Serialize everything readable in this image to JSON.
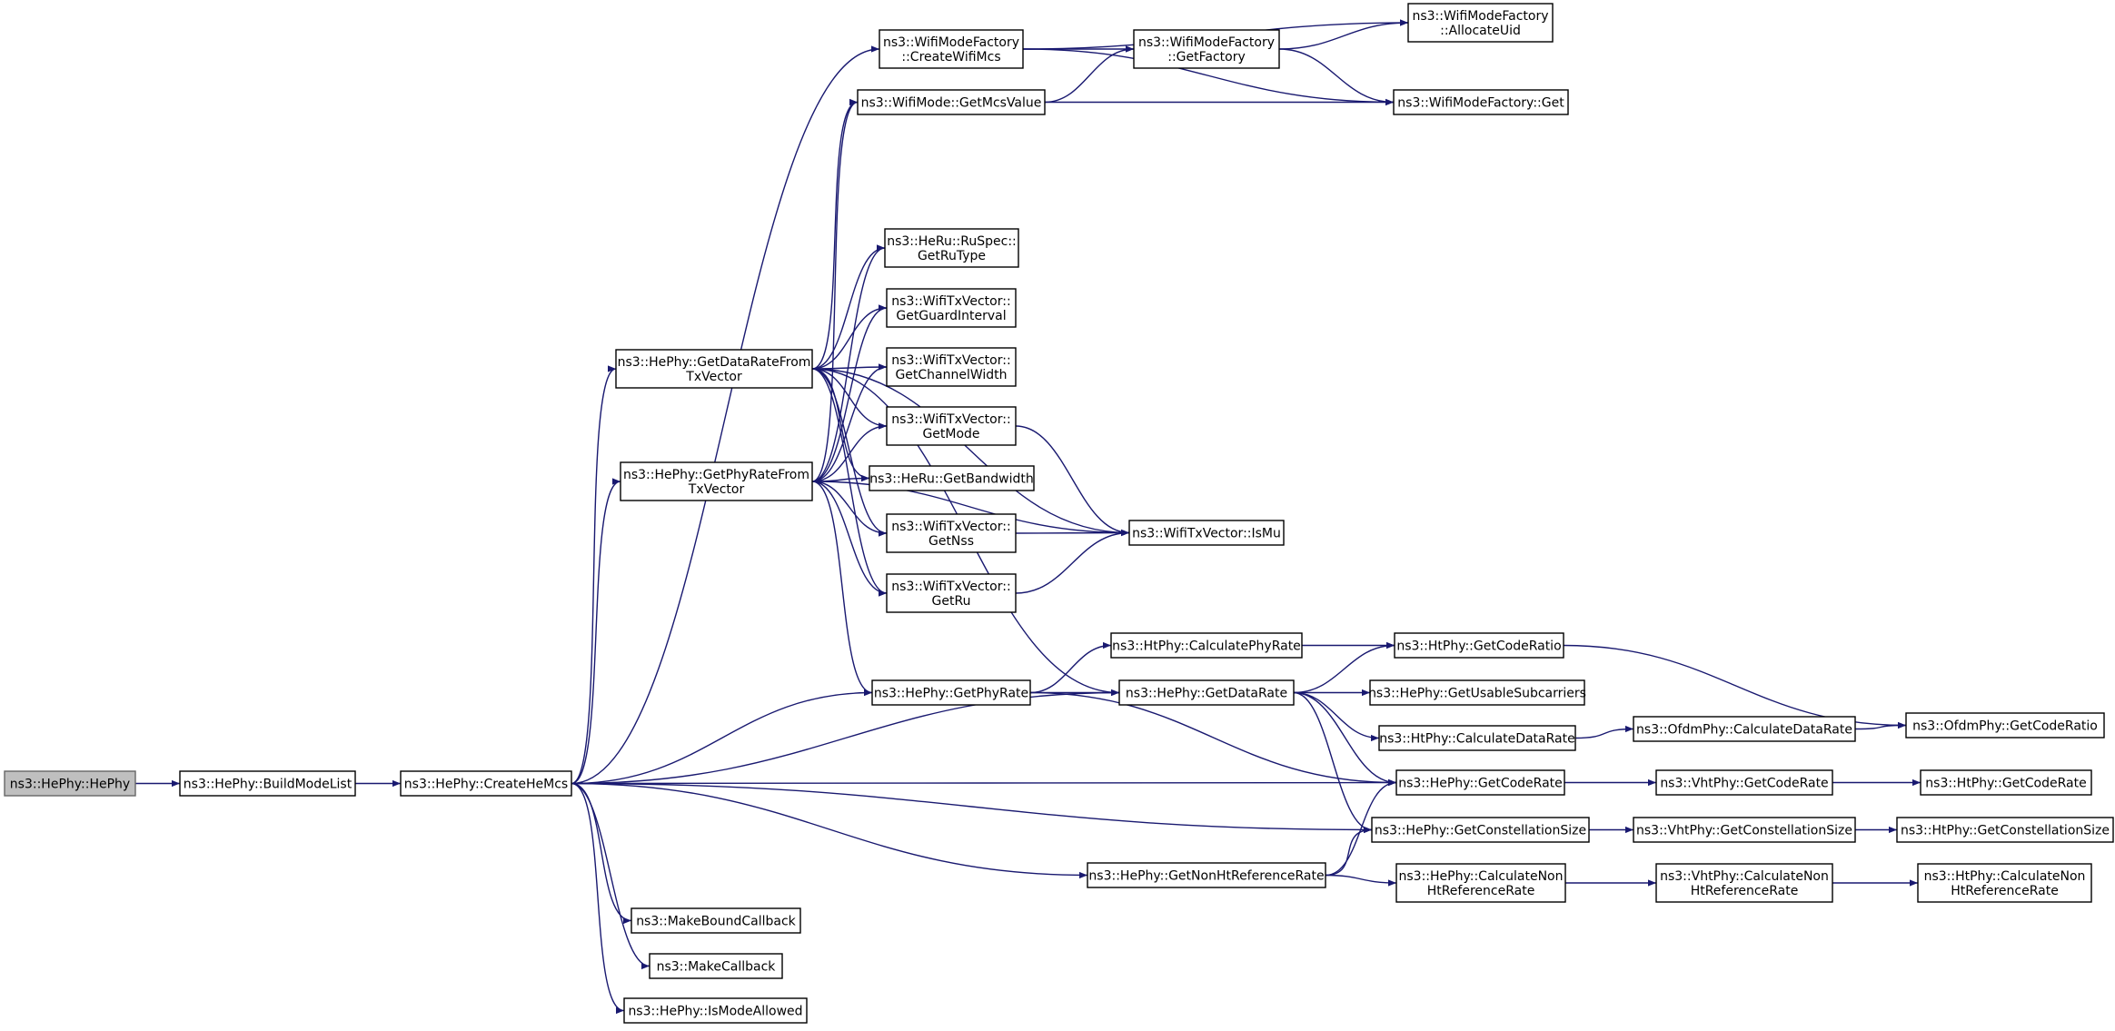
{
  "graph": {
    "nodes": [
      {
        "id": "hephy_hephy",
        "lines": [
          "ns3::HePhy::HePhy"
        ],
        "root": true
      },
      {
        "id": "buildmodelist",
        "lines": [
          "ns3::HePhy::BuildModeList"
        ]
      },
      {
        "id": "createhemcs",
        "lines": [
          "ns3::HePhy::CreateHeMcs"
        ]
      },
      {
        "id": "createwifimcs",
        "lines": [
          "ns3::WifiModeFactory",
          "::CreateWifiMcs"
        ]
      },
      {
        "id": "allocateuid",
        "lines": [
          "ns3::WifiModeFactory",
          "::AllocateUid"
        ]
      },
      {
        "id": "getfactory",
        "lines": [
          "ns3::WifiModeFactory",
          "::GetFactory"
        ]
      },
      {
        "id": "getmcsvalue",
        "lines": [
          "ns3::WifiMode::GetMcsValue"
        ]
      },
      {
        "id": "factoryget",
        "lines": [
          "ns3::WifiModeFactory::Get"
        ]
      },
      {
        "id": "getrutype",
        "lines": [
          "ns3::HeRu::RuSpec::",
          "GetRuType"
        ]
      },
      {
        "id": "getguardinterval",
        "lines": [
          "ns3::WifiTxVector::",
          "GetGuardInterval"
        ]
      },
      {
        "id": "getdataratefromtxvector",
        "lines": [
          "ns3::HePhy::GetDataRateFrom",
          "TxVector"
        ]
      },
      {
        "id": "getchannelwidth",
        "lines": [
          "ns3::WifiTxVector::",
          "GetChannelWidth"
        ]
      },
      {
        "id": "getmode",
        "lines": [
          "ns3::WifiTxVector::",
          "GetMode"
        ]
      },
      {
        "id": "getphyratefromtxvector",
        "lines": [
          "ns3::HePhy::GetPhyRateFrom",
          "TxVector"
        ]
      },
      {
        "id": "getbandwidth",
        "lines": [
          "ns3::HeRu::GetBandwidth"
        ]
      },
      {
        "id": "getnss",
        "lines": [
          "ns3::WifiTxVector::",
          "GetNss"
        ]
      },
      {
        "id": "ismu",
        "lines": [
          "ns3::WifiTxVector::IsMu"
        ]
      },
      {
        "id": "getru",
        "lines": [
          "ns3::WifiTxVector::",
          "GetRu"
        ]
      },
      {
        "id": "htcalculatephyrate",
        "lines": [
          "ns3::HtPhy::CalculatePhyRate"
        ]
      },
      {
        "id": "htgetcoderatio",
        "lines": [
          "ns3::HtPhy::GetCodeRatio"
        ]
      },
      {
        "id": "getphyrate",
        "lines": [
          "ns3::HePhy::GetPhyRate"
        ]
      },
      {
        "id": "getdatarate",
        "lines": [
          "ns3::HePhy::GetDataRate"
        ]
      },
      {
        "id": "getusablesubcarriers",
        "lines": [
          "ns3::HePhy::GetUsableSubcarriers"
        ]
      },
      {
        "id": "htcalculatedatarate",
        "lines": [
          "ns3::HtPhy::CalculateDataRate"
        ]
      },
      {
        "id": "ofdmcalculatedatarate",
        "lines": [
          "ns3::OfdmPhy::CalculateDataRate"
        ]
      },
      {
        "id": "ofdmgetcoderatio",
        "lines": [
          "ns3::OfdmPhy::GetCodeRatio"
        ]
      },
      {
        "id": "hegetcoderate",
        "lines": [
          "ns3::HePhy::GetCodeRate"
        ]
      },
      {
        "id": "vhtgetcoderate",
        "lines": [
          "ns3::VhtPhy::GetCodeRate"
        ]
      },
      {
        "id": "htgetcoderate",
        "lines": [
          "ns3::HtPhy::GetCodeRate"
        ]
      },
      {
        "id": "hegetconstellationsize",
        "lines": [
          "ns3::HePhy::GetConstellationSize"
        ]
      },
      {
        "id": "vhtgetconstellationsize",
        "lines": [
          "ns3::VhtPhy::GetConstellationSize"
        ]
      },
      {
        "id": "htgetconstellationsize",
        "lines": [
          "ns3::HtPhy::GetConstellationSize"
        ]
      },
      {
        "id": "getnonhtreferencerate",
        "lines": [
          "ns3::HePhy::GetNonHtReferenceRate"
        ]
      },
      {
        "id": "hecalculatenonht",
        "lines": [
          "ns3::HePhy::CalculateNon",
          "HtReferenceRate"
        ]
      },
      {
        "id": "vhtcalculatenonht",
        "lines": [
          "ns3::VhtPhy::CalculateNon",
          "HtReferenceRate"
        ]
      },
      {
        "id": "htcalculatenonht",
        "lines": [
          "ns3::HtPhy::CalculateNon",
          "HtReferenceRate"
        ]
      },
      {
        "id": "makeboundcallback",
        "lines": [
          "ns3::MakeBoundCallback"
        ]
      },
      {
        "id": "makecallback",
        "lines": [
          "ns3::MakeCallback"
        ]
      },
      {
        "id": "ismodeallowed",
        "lines": [
          "ns3::HePhy::IsModeAllowed"
        ]
      }
    ],
    "edges": [
      [
        "hephy_hephy",
        "buildmodelist"
      ],
      [
        "buildmodelist",
        "createhemcs"
      ],
      [
        "createhemcs",
        "createwifimcs"
      ],
      [
        "createhemcs",
        "getdataratefromtxvector"
      ],
      [
        "createhemcs",
        "getphyratefromtxvector"
      ],
      [
        "createhemcs",
        "getphyrate"
      ],
      [
        "createhemcs",
        "getdatarate"
      ],
      [
        "createhemcs",
        "hegetcoderate"
      ],
      [
        "createhemcs",
        "hegetconstellationsize"
      ],
      [
        "createhemcs",
        "getnonhtreferencerate"
      ],
      [
        "createhemcs",
        "makeboundcallback"
      ],
      [
        "createhemcs",
        "makecallback"
      ],
      [
        "createhemcs",
        "ismodeallowed"
      ],
      [
        "createwifimcs",
        "allocateuid"
      ],
      [
        "createwifimcs",
        "getfactory"
      ],
      [
        "createwifimcs",
        "factoryget"
      ],
      [
        "getfactory",
        "allocateuid"
      ],
      [
        "getfactory",
        "factoryget"
      ],
      [
        "getmcsvalue",
        "getfactory"
      ],
      [
        "getmcsvalue",
        "factoryget"
      ],
      [
        "getdataratefromtxvector",
        "getmcsvalue"
      ],
      [
        "getdataratefromtxvector",
        "ismu"
      ],
      [
        "getdataratefromtxvector",
        "getdatarate"
      ],
      [
        "getdataratefromtxvector",
        "getrutype"
      ],
      [
        "getdataratefromtxvector",
        "getguardinterval"
      ],
      [
        "getdataratefromtxvector",
        "getchannelwidth"
      ],
      [
        "getdataratefromtxvector",
        "getmode"
      ],
      [
        "getdataratefromtxvector",
        "getbandwidth"
      ],
      [
        "getdataratefromtxvector",
        "getnss"
      ],
      [
        "getdataratefromtxvector",
        "getru"
      ],
      [
        "getphyratefromtxvector",
        "getmcsvalue"
      ],
      [
        "getphyratefromtxvector",
        "getrutype"
      ],
      [
        "getphyratefromtxvector",
        "getguardinterval"
      ],
      [
        "getphyratefromtxvector",
        "getchannelwidth"
      ],
      [
        "getphyratefromtxvector",
        "getmode"
      ],
      [
        "getphyratefromtxvector",
        "getbandwidth"
      ],
      [
        "getphyratefromtxvector",
        "getnss"
      ],
      [
        "getphyratefromtxvector",
        "getru"
      ],
      [
        "getphyratefromtxvector",
        "ismu"
      ],
      [
        "getphyratefromtxvector",
        "getphyrate"
      ],
      [
        "getmode",
        "ismu"
      ],
      [
        "getnss",
        "ismu"
      ],
      [
        "getru",
        "ismu"
      ],
      [
        "getphyrate",
        "htcalculatephyrate"
      ],
      [
        "getphyrate",
        "getdatarate"
      ],
      [
        "getphyrate",
        "hegetcoderate"
      ],
      [
        "htcalculatephyrate",
        "htgetcoderatio"
      ],
      [
        "getdatarate",
        "htgetcoderatio"
      ],
      [
        "getdatarate",
        "getusablesubcarriers"
      ],
      [
        "getdatarate",
        "htcalculatedatarate"
      ],
      [
        "getdatarate",
        "hegetcoderate"
      ],
      [
        "getdatarate",
        "hegetconstellationsize"
      ],
      [
        "htgetcoderatio",
        "ofdmgetcoderatio"
      ],
      [
        "htcalculatedatarate",
        "ofdmcalculatedatarate"
      ],
      [
        "ofdmcalculatedatarate",
        "ofdmgetcoderatio"
      ],
      [
        "hegetcoderate",
        "vhtgetcoderate"
      ],
      [
        "vhtgetcoderate",
        "htgetcoderate"
      ],
      [
        "hegetconstellationsize",
        "vhtgetconstellationsize"
      ],
      [
        "vhtgetconstellationsize",
        "htgetconstellationsize"
      ],
      [
        "getnonhtreferencerate",
        "hegetcoderate"
      ],
      [
        "getnonhtreferencerate",
        "hegetconstellationsize"
      ],
      [
        "getnonhtreferencerate",
        "hecalculatenonht"
      ],
      [
        "hecalculatenonht",
        "vhtcalculatenonht"
      ],
      [
        "vhtcalculatenonht",
        "htcalculatenonht"
      ]
    ]
  }
}
